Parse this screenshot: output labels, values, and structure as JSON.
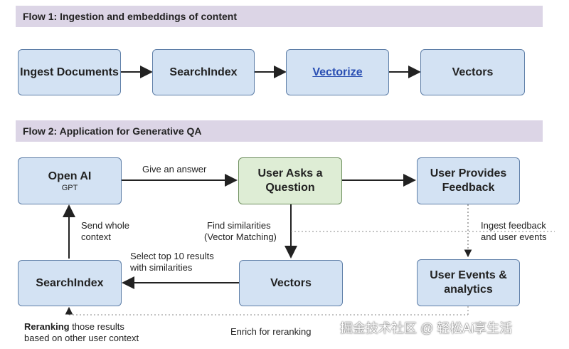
{
  "flow1": {
    "title": "Flow 1: Ingestion and embeddings of content",
    "ingest_documents": "Ingest Documents",
    "search_index": "SearchIndex",
    "vectorize": "Vectorize",
    "vectors": "Vectors"
  },
  "flow2": {
    "title": "Flow 2: Application for Generative QA",
    "open_ai": "Open AI",
    "open_ai_sub": "GPT",
    "user_asks": "User Asks a Question",
    "user_feedback": "User Provides Feedback",
    "search_index": "SearchIndex",
    "vectors": "Vectors",
    "user_events": "User Events & analytics",
    "labels": {
      "give_answer": "Give an answer",
      "send_context_1": "Send whole",
      "send_context_2": "context",
      "find_sim_1": "Find similarities",
      "find_sim_2": "(Vector Matching)",
      "ingest_fb_1": "Ingest feedback",
      "ingest_fb_2": "and user events",
      "select_top_1": "Select top 10 results",
      "select_top_2": "with similarities",
      "reranking_bold": "Reranking",
      "reranking_rest": " those results",
      "reranking_2": "based on other user context",
      "enrich": "Enrich for reranking"
    }
  },
  "watermark": "掘金技术社区 @ 轻松Ai享生活",
  "colors": {
    "banner": "#dcd5e6",
    "box_fill": "#d3e2f3",
    "box_border": "#5f7fa8",
    "question_fill": "#deedd5",
    "link": "#2a4fb3",
    "arrow": "#222222"
  }
}
